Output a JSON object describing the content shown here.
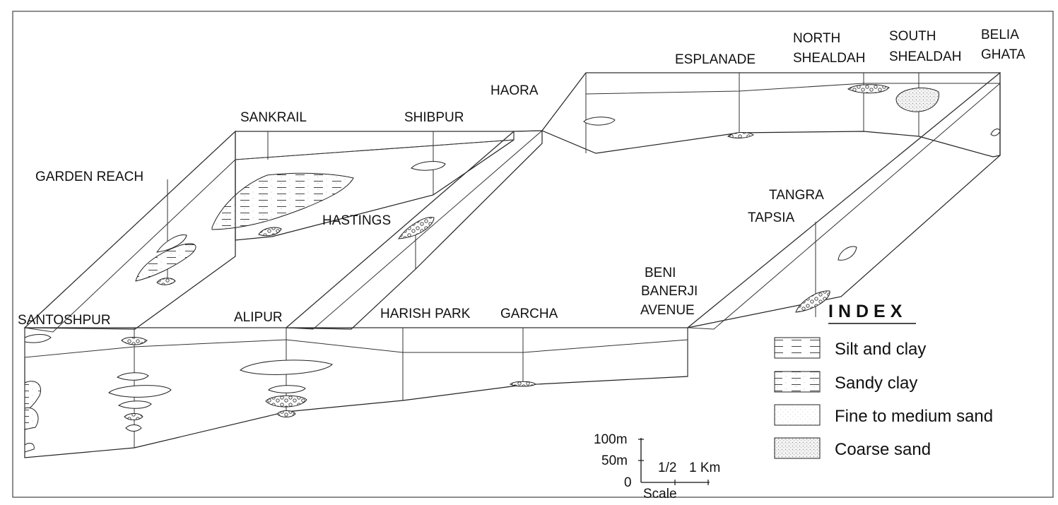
{
  "locations": {
    "santoshpur": "SANTOSHPUR",
    "garden_reach": "GARDEN REACH",
    "sankrail": "SANKRAIL",
    "shibpur": "SHIBPUR",
    "haora": "HAORA",
    "esplanade": "ESPLANADE",
    "north_shealdah_1": "NORTH",
    "north_shealdah_2": "SHEALDAH",
    "south_shealdah_1": "SOUTH",
    "south_shealdah_2": "SHEALDAH",
    "belia_ghata_1": "BELIA",
    "belia_ghata_2": "GHATA",
    "hastings": "HASTINGS",
    "tangra": "TANGRA",
    "tapsia": "TAPSIA",
    "alipur": "ALIPUR",
    "harish_park": "HARISH PARK",
    "garcha": "GARCHA",
    "beni_1": "BENI",
    "beni_2": "BANERJI",
    "beni_3": "AVENUE"
  },
  "legend": {
    "title": "INDEX",
    "items": [
      {
        "label": "Silt and clay",
        "pattern": "long-dash"
      },
      {
        "label": "Sandy clay",
        "pattern": "dash-dots"
      },
      {
        "label": "Fine to medium sand",
        "pattern": "fine-dots"
      },
      {
        "label": "Coarse sand",
        "pattern": "coarse-dots"
      }
    ]
  },
  "scale": {
    "title": "Scale",
    "v100": "100m",
    "v50": "50m",
    "v0": "0",
    "h_half": "1/2",
    "h_one": "1 Km"
  },
  "colors": {
    "line": "#222222",
    "background": "#ffffff"
  }
}
